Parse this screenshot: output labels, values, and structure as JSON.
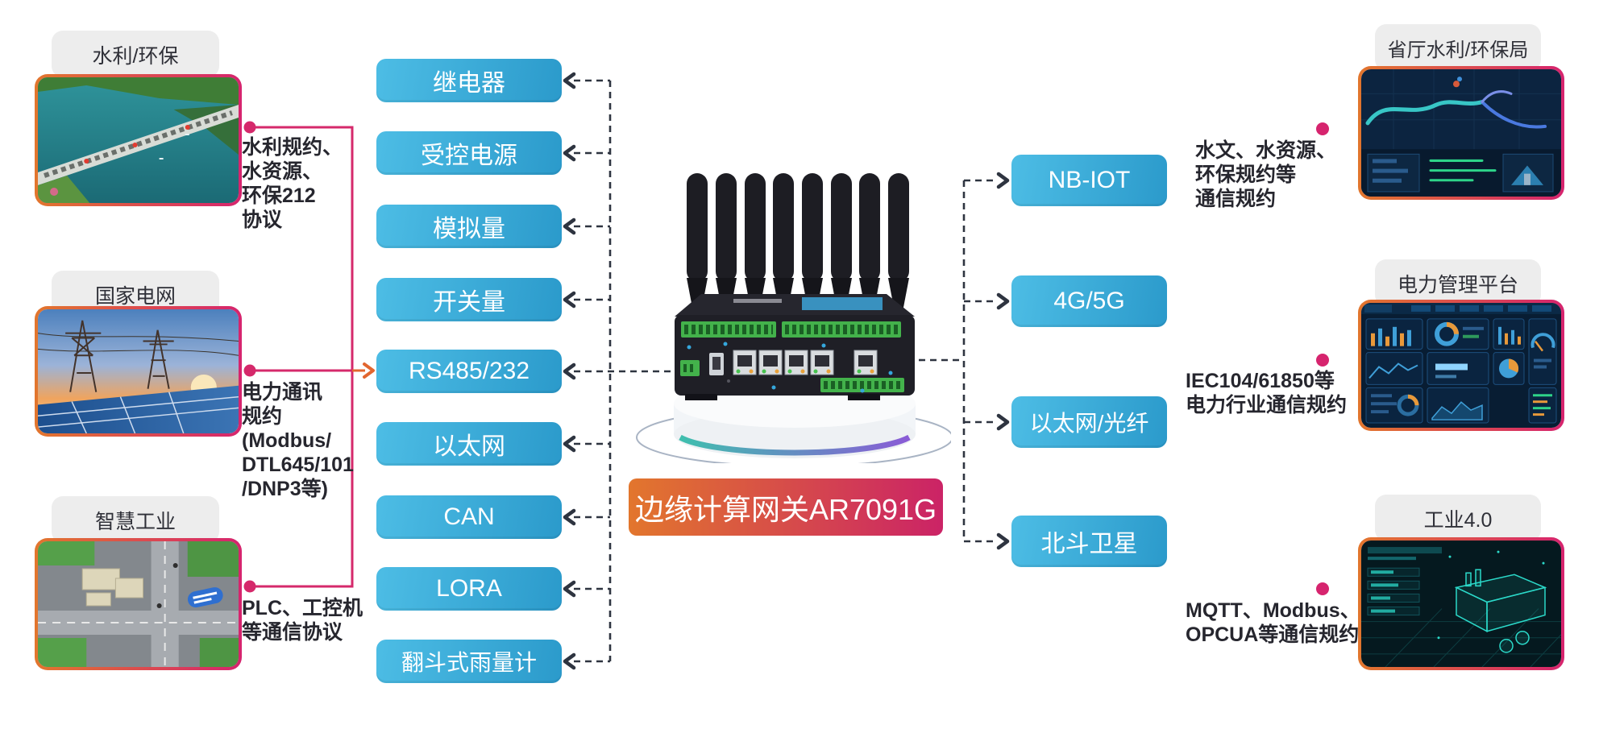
{
  "gateway": {
    "label": "边缘计算网关AR7091G"
  },
  "left_sources": [
    {
      "title": "水利/环保",
      "protocol": "水利规约、\n水资源、\n环保212\n协议"
    },
    {
      "title": "国家电网",
      "protocol": "电力通讯\n规约\n(Modbus/\nDTL645/101\n/DNP3等)"
    },
    {
      "title": "智慧工业",
      "protocol": "PLC、工控机\n等通信协议"
    }
  ],
  "device_interfaces": [
    "继电器",
    "受控电源",
    "模拟量",
    "开关量",
    "RS485/232",
    "以太网",
    "CAN",
    "LORA",
    "翻斗式雨量计"
  ],
  "uplinks": [
    "NB-IOT",
    "4G/5G",
    "以太网/光纤",
    "北斗卫星"
  ],
  "right_destinations": [
    {
      "title": "省厅水利/环保局",
      "protocol": "水文、水资源、\n环保规约等\n通信规约"
    },
    {
      "title": "电力管理平台",
      "protocol": "IEC104/61850等\n电力行业通信规约"
    },
    {
      "title": "工业4.0",
      "protocol": "MQTT、Modbus、\nOPCUA等通信规约"
    }
  ],
  "colors": {
    "button_blue_start": "#4dbde5",
    "button_blue_end": "#2b9acb",
    "badge_orange": "#e2762d",
    "badge_pink": "#cb2366",
    "connector_pink": "#d5296b",
    "connector_orange": "#e2662f",
    "dashed_dark": "#2e3440",
    "tab_gray": "#ededed"
  }
}
